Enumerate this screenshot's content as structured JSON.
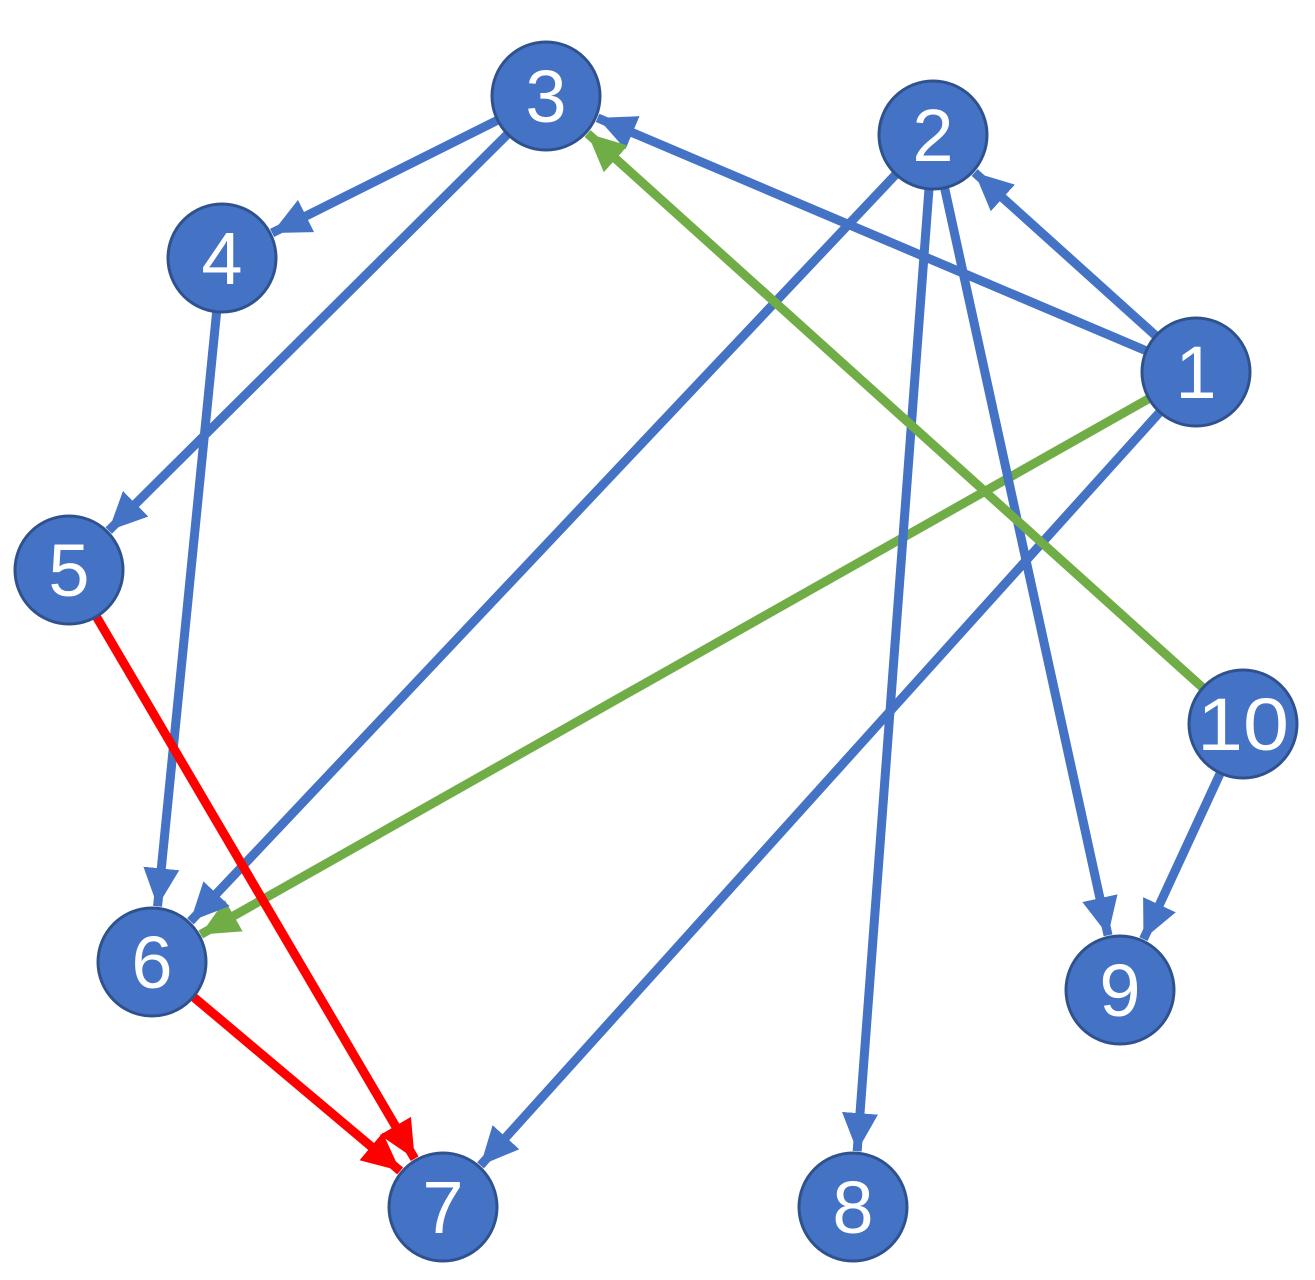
{
  "diagram": {
    "type": "directed-graph",
    "colors": {
      "node_fill": "#4472C4",
      "node_border": "#2F528F",
      "node_text": "#FFFFFF",
      "edge_default": "#4472C4",
      "edge_green": "#70AD47",
      "edge_red": "#FF0000"
    },
    "nodes": [
      {
        "id": "1",
        "label": "1"
      },
      {
        "id": "2",
        "label": "2"
      },
      {
        "id": "3",
        "label": "3"
      },
      {
        "id": "4",
        "label": "4"
      },
      {
        "id": "5",
        "label": "5"
      },
      {
        "id": "6",
        "label": "6"
      },
      {
        "id": "7",
        "label": "7"
      },
      {
        "id": "8",
        "label": "8"
      },
      {
        "id": "9",
        "label": "9"
      },
      {
        "id": "10",
        "label": "10"
      }
    ],
    "edges": [
      {
        "from": "1",
        "to": "3",
        "color": "blue"
      },
      {
        "from": "1",
        "to": "2",
        "color": "blue"
      },
      {
        "from": "1",
        "to": "7",
        "color": "blue"
      },
      {
        "from": "1",
        "to": "6",
        "color": "green"
      },
      {
        "from": "3",
        "to": "4",
        "color": "blue"
      },
      {
        "from": "3",
        "to": "5",
        "color": "blue"
      },
      {
        "from": "4",
        "to": "6",
        "color": "blue"
      },
      {
        "from": "2",
        "to": "6",
        "color": "blue"
      },
      {
        "from": "2",
        "to": "8",
        "color": "blue"
      },
      {
        "from": "2",
        "to": "9",
        "color": "blue"
      },
      {
        "from": "10",
        "to": "3",
        "color": "green"
      },
      {
        "from": "10",
        "to": "9",
        "color": "blue"
      },
      {
        "from": "5",
        "to": "7",
        "color": "red"
      },
      {
        "from": "6",
        "to": "7",
        "color": "red"
      }
    ]
  }
}
